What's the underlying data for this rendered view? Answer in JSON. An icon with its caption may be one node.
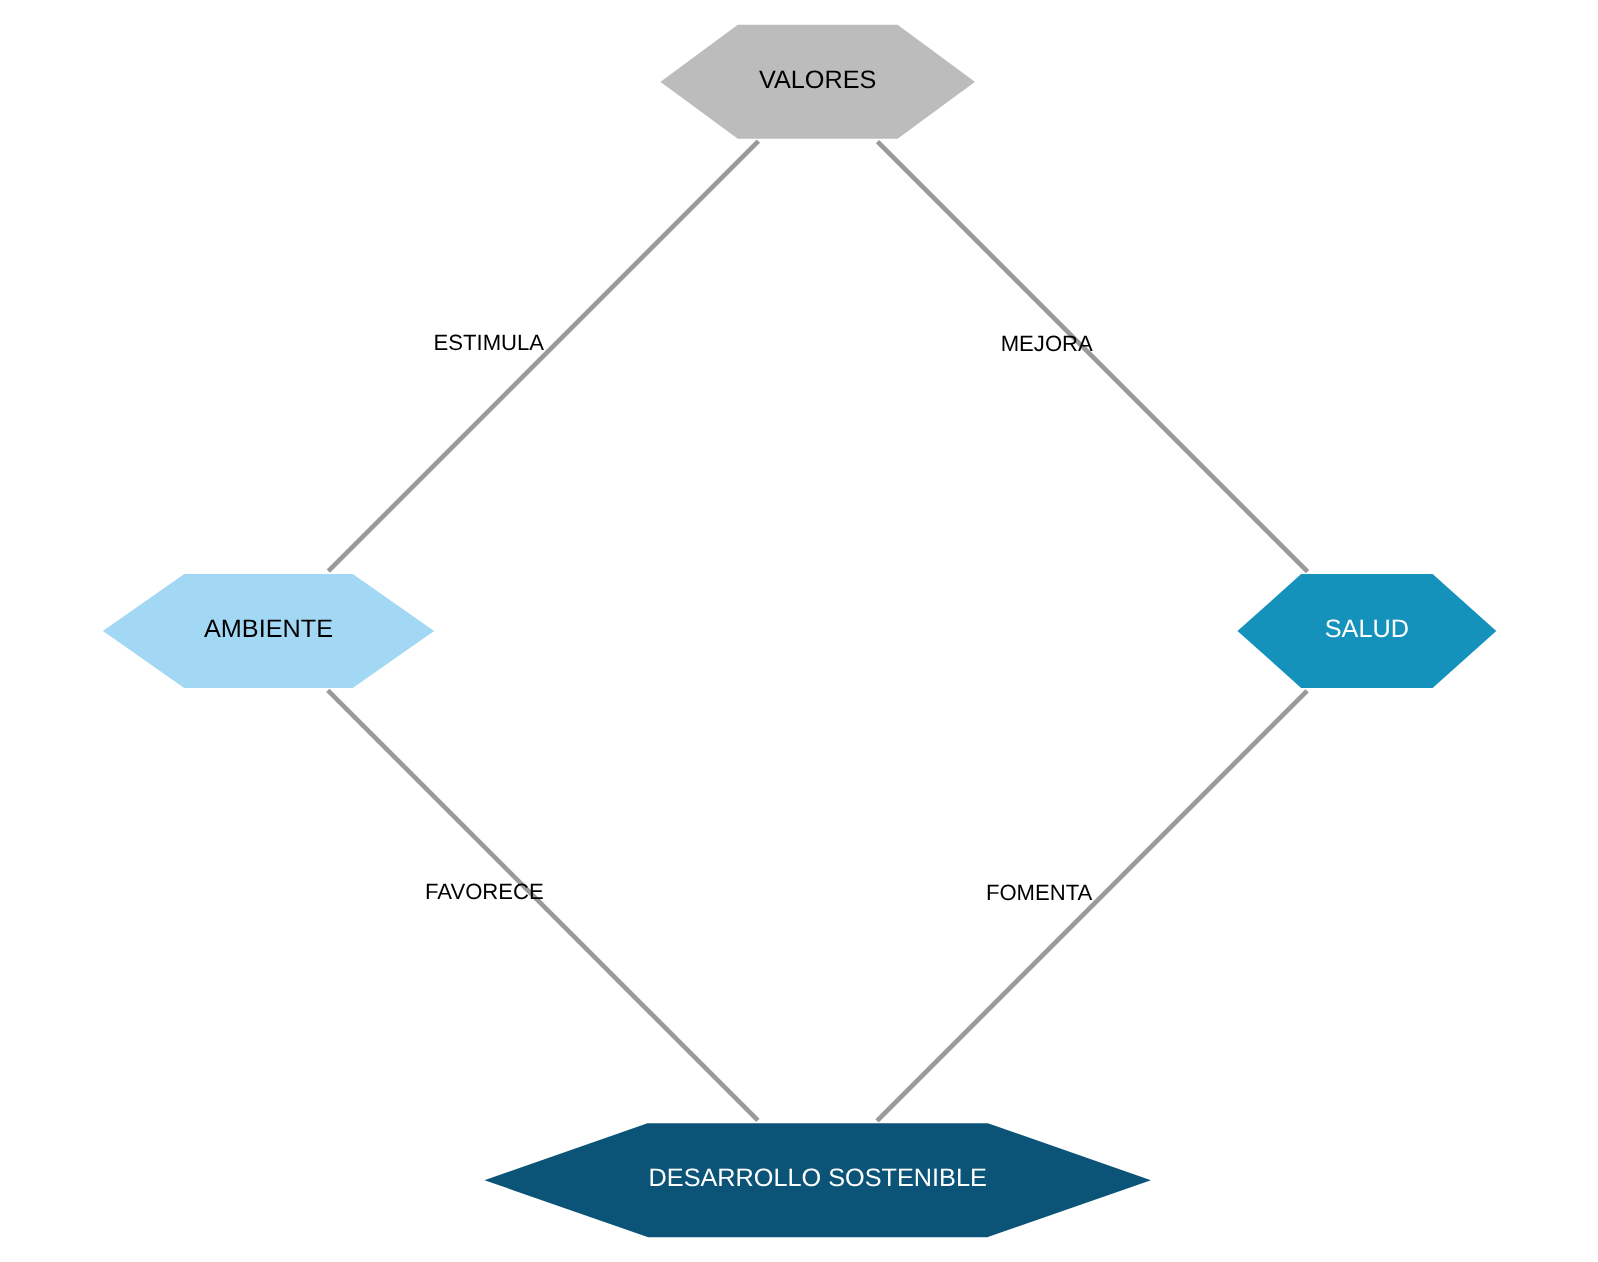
{
  "diagram": {
    "nodes": [
      {
        "text": [
          "DESARROLLO SOSTENIBLE"
        ]
      },
      {
        "text": [
          "SALUD"
        ]
      },
      {
        "text": [
          "AMBIENTE"
        ]
      },
      {
        "text": [
          "VALORES"
        ]
      }
    ],
    "edges": [
      {
        "from": 1,
        "to": 0,
        "arrow": "none",
        "label": "FOMENTA"
      },
      {
        "from": 0,
        "to": 2,
        "arrow": "none",
        "label": "FAVORECE"
      },
      {
        "from": 2,
        "to": 3,
        "arrow": "none",
        "label": "ESTIMULA"
      },
      {
        "from": 3,
        "to": 1,
        "arrow": "none",
        "label": "MEJORA"
      }
    ]
  }
}
